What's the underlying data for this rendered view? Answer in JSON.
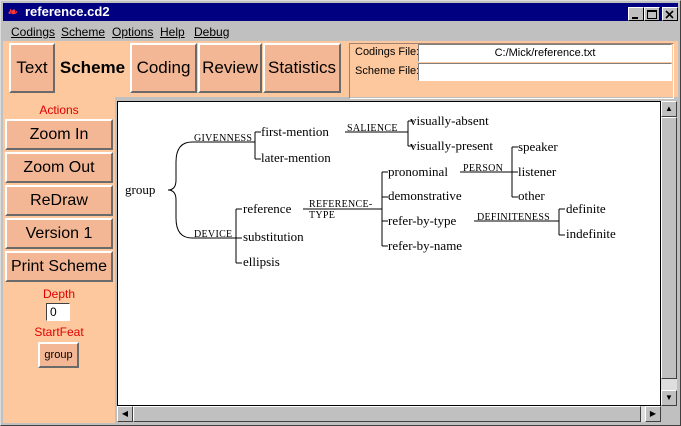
{
  "window": {
    "title": "reference.cd2",
    "app_icon": "tk-feather-icon"
  },
  "menu": [
    "Codings",
    "Scheme",
    "Options",
    "Help",
    "Debug"
  ],
  "tabs": [
    "Text",
    "Scheme",
    "Coding",
    "Review",
    "Statistics"
  ],
  "selected_tab": "Scheme",
  "files": {
    "codings_label": "Codings File:",
    "codings_value": "C:/Mick/reference.txt",
    "scheme_label": "Scheme File:",
    "scheme_value": ""
  },
  "actions": {
    "heading": "Actions",
    "buttons": [
      "Zoom In",
      "Zoom Out",
      "ReDraw",
      "Version 1",
      "Print Scheme"
    ],
    "depth_label": "Depth",
    "depth_value": "0",
    "startfeat_label": "StartFeat",
    "startfeat_value": "group"
  },
  "scheme": {
    "root": "group",
    "systems": {
      "givenness": "GIVENNESS",
      "salience": "SALIENCE",
      "device": "DEVICE",
      "reference_type_1": "REFERENCE-",
      "reference_type_2": "TYPE",
      "person": "PERSON",
      "definiteness": "DEFINITENESS"
    },
    "features": {
      "first_mention": "first-mention",
      "later_mention": "later-mention",
      "visually_absent": "visually-absent",
      "visually_present": "visually-present",
      "speaker": "speaker",
      "listener": "listener",
      "other": "other",
      "reference": "reference",
      "substitution": "substitution",
      "ellipsis": "ellipsis",
      "pronominal": "pronominal",
      "demonstrative": "demonstrative",
      "refer_by_type": "refer-by-type",
      "refer_by_name": "refer-by-name",
      "definite": "definite",
      "indefinite": "indefinite"
    }
  },
  "colors": {
    "panel": "#fdc89e",
    "button": "#f4b795",
    "label_red": "#e00000",
    "titlebar": "#000080"
  }
}
